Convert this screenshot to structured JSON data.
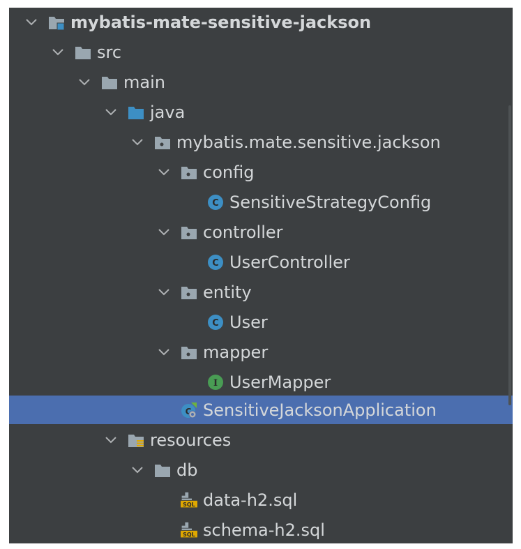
{
  "tree": {
    "project": {
      "label": "mybatis-mate-sensitive-jackson",
      "icon": "project-module-icon"
    },
    "src": {
      "label": "src",
      "icon": "folder-icon"
    },
    "main": {
      "label": "main",
      "icon": "folder-icon"
    },
    "java": {
      "label": "java",
      "icon": "source-root-folder-icon"
    },
    "package_root": {
      "label": "mybatis.mate.sensitive.jackson",
      "icon": "package-icon"
    },
    "config": {
      "label": "config",
      "icon": "package-icon"
    },
    "sensitive_strategy_config": {
      "label": "SensitiveStrategyConfig",
      "icon": "class-icon"
    },
    "controller": {
      "label": "controller",
      "icon": "package-icon"
    },
    "user_controller": {
      "label": "UserController",
      "icon": "class-icon"
    },
    "entity": {
      "label": "entity",
      "icon": "package-icon"
    },
    "user": {
      "label": "User",
      "icon": "class-icon"
    },
    "mapper": {
      "label": "mapper",
      "icon": "package-icon"
    },
    "user_mapper": {
      "label": "UserMapper",
      "icon": "interface-icon"
    },
    "application": {
      "label": "SensitiveJacksonApplication",
      "icon": "spring-boot-class-icon",
      "selected": true
    },
    "resources": {
      "label": "resources",
      "icon": "resources-folder-icon"
    },
    "db": {
      "label": "db",
      "icon": "folder-icon"
    },
    "data_h2": {
      "label": "data-h2.sql",
      "icon": "sql-file-icon"
    },
    "schema_h2": {
      "label": "schema-h2.sql",
      "icon": "sql-file-icon"
    }
  },
  "icon_letters": {
    "class": "C",
    "interface": "I",
    "sql": "SQL"
  },
  "colors": {
    "background": "#3c3f41",
    "selection": "#4b6eaf",
    "text": "#d4d7d9",
    "folder": "#9aa7b0",
    "source_folder": "#3d8fc4",
    "class_badge": "#3d8fc4",
    "interface_badge": "#499c54",
    "sql_badge": "#e0a800"
  }
}
